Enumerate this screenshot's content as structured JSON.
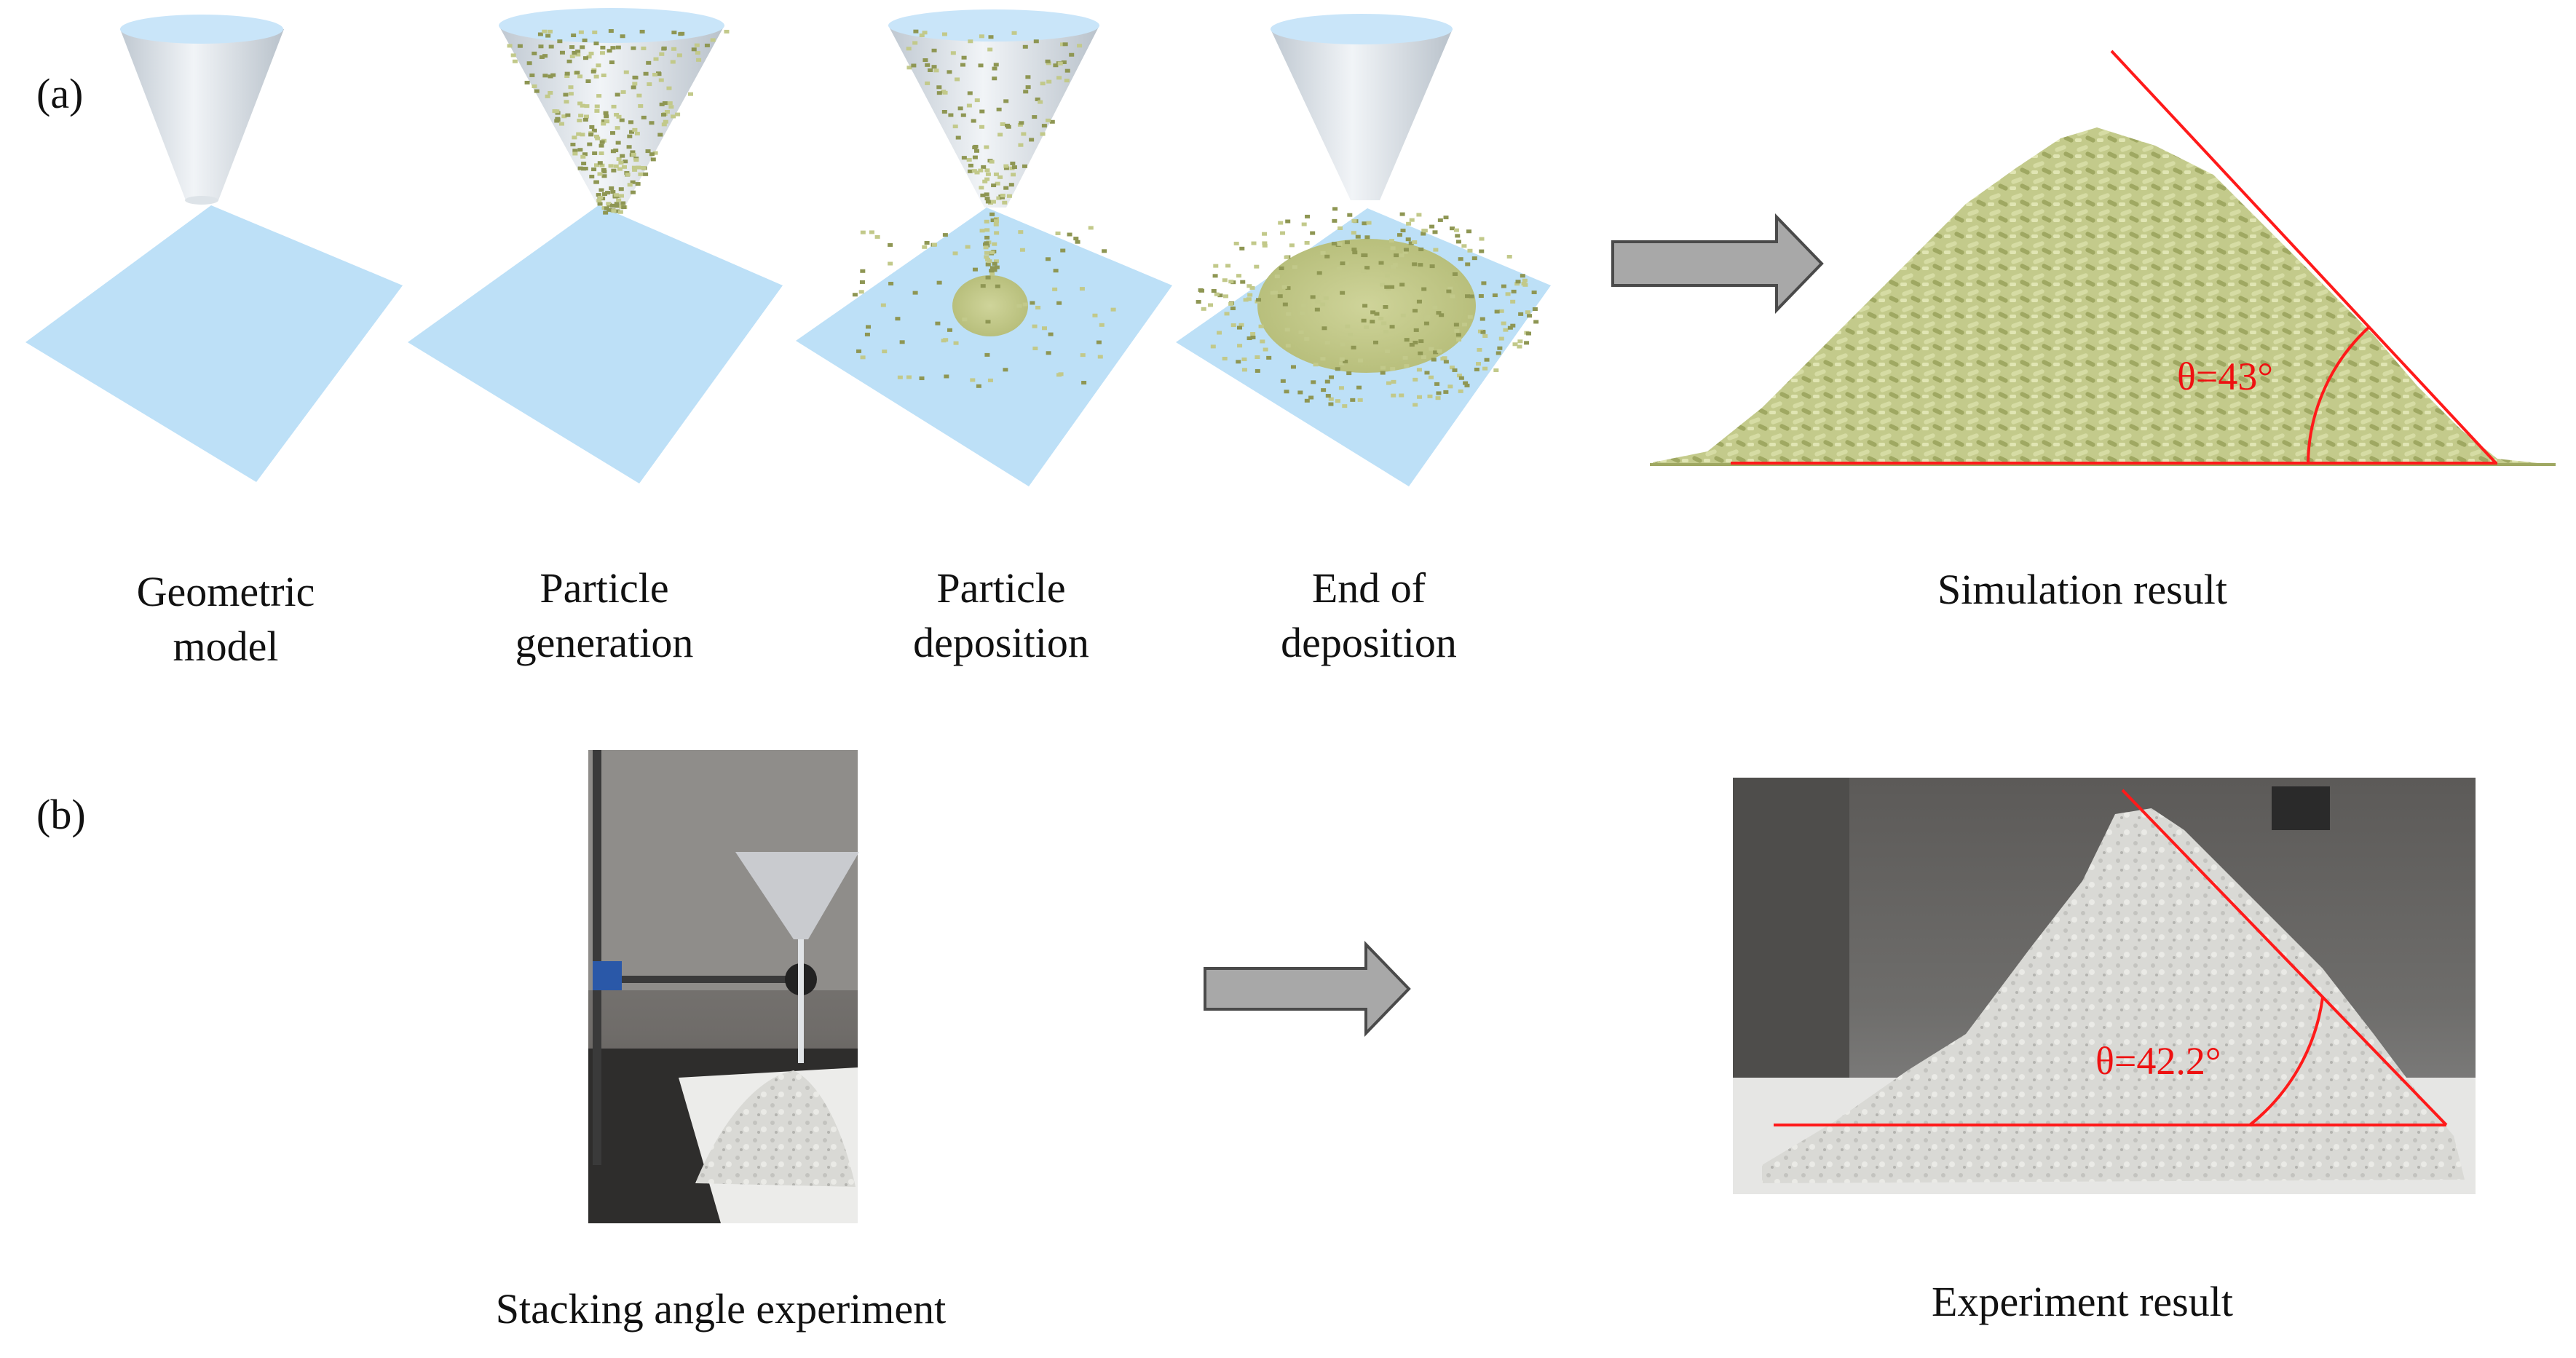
{
  "panels": {
    "a": {
      "label": "(a)",
      "steps": [
        {
          "caption": "Geometric\nmodel"
        },
        {
          "caption": "Particle\ngeneration"
        },
        {
          "caption": "Particle\ndeposition"
        },
        {
          "caption": "End of\ndeposition"
        }
      ],
      "result_caption": "Simulation result",
      "angle_label": "θ=43°"
    },
    "b": {
      "label": "(b)",
      "photo_caption": "Stacking angle experiment",
      "result_caption": "Experiment result",
      "angle_label": "θ=42.2°"
    }
  },
  "colors": {
    "plate": "#bde0f7",
    "cone_rim": "#c9e5f9",
    "cone_body": "#e0e6ec",
    "particle": "#c2c98a",
    "particle_dark": "#8e9653",
    "arrow_fill": "#a8a8a8",
    "arrow_stroke": "#4a4a4a",
    "angle_line": "#ff1a1a",
    "powder": "#dcdcd8"
  }
}
